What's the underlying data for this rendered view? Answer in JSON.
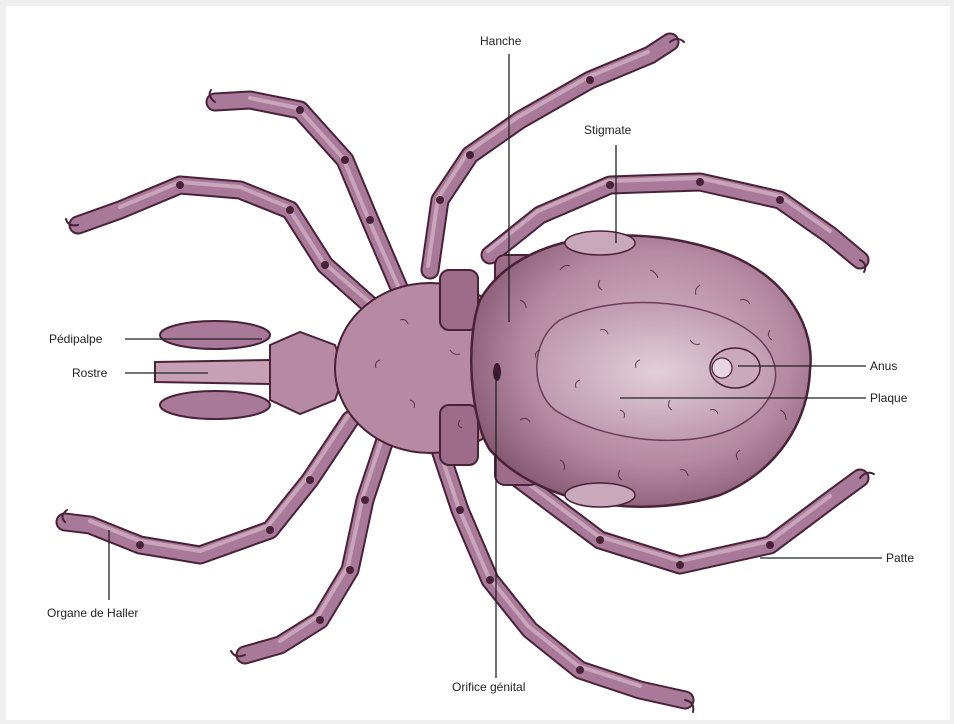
{
  "colors": {
    "body": "#b58aa2",
    "body_dark": "#7a4d66",
    "body_light": "#d9bccb",
    "leg": "#a9799a",
    "outline": "#4a2238",
    "leader": "#222222",
    "background": "#ffffff"
  },
  "labels": {
    "hanche": "Hanche",
    "stigmate": "Stigmate",
    "pedipalpe": "Pédipalpe",
    "rostre": "Rostre",
    "anus": "Anus",
    "plaque": "Plaque",
    "patte": "Patte",
    "organe_de_haller": "Organe de Haller",
    "orifice_genital": "Orifice génital"
  }
}
